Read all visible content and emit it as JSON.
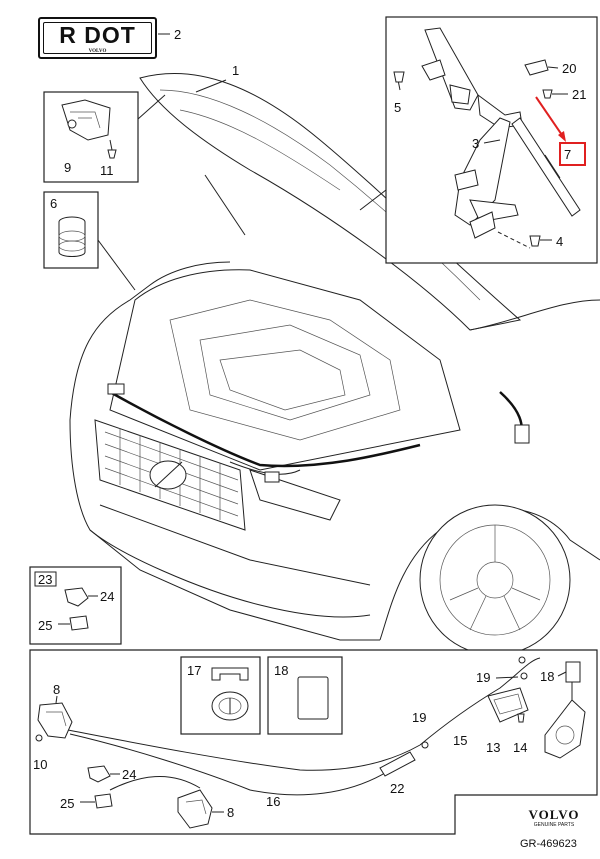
{
  "badge": {
    "text": "R DOT",
    "sub": "VOLVO"
  },
  "callouts": {
    "c1": "1",
    "c2": "2",
    "c3": "3",
    "c4": "4",
    "c5": "5",
    "c6": "6",
    "c7": "7",
    "c8a": "8",
    "c8b": "8",
    "c9": "9",
    "c10": "10",
    "c11": "11",
    "c13": "13",
    "c14": "14",
    "c15": "15",
    "c16": "16",
    "c17": "17",
    "c18a": "18",
    "c18b": "18",
    "c19a": "19",
    "c19b": "19",
    "c20": "20",
    "c21": "21",
    "c22": "22",
    "c23": "23",
    "c24a": "24",
    "c24b": "24",
    "c25a": "25",
    "c25b": "25"
  },
  "brand": {
    "wordmark": "VOLVO",
    "sub": "GENUINE PARTS"
  },
  "reference": "GR-469623",
  "colors": {
    "highlight": "#e02020",
    "line": "#222222"
  }
}
